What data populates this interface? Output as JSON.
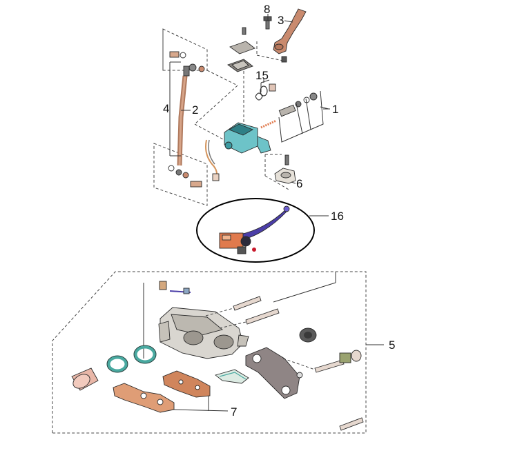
{
  "callouts": {
    "c1": "1",
    "c2": "2",
    "c3": "3",
    "c4": "4",
    "c5": "5",
    "c6": "6",
    "c7": "7",
    "c8": "8",
    "c15": "15",
    "c16": "16"
  },
  "colors": {
    "brake_hose": "#b07a5e",
    "master_cylinder": "#6dc3c8",
    "lever": "#c98a6e",
    "caliper_body": "#d9d6d0",
    "seal": "#49a9a0",
    "piston": "#e9b7a8",
    "pad": "#d0855c",
    "pad_shim": "#df9d76",
    "bracket": "#8f8585",
    "aftermarket_lever": "#4b3ea8",
    "aftermarket_reservoir": "#e07a4d"
  }
}
